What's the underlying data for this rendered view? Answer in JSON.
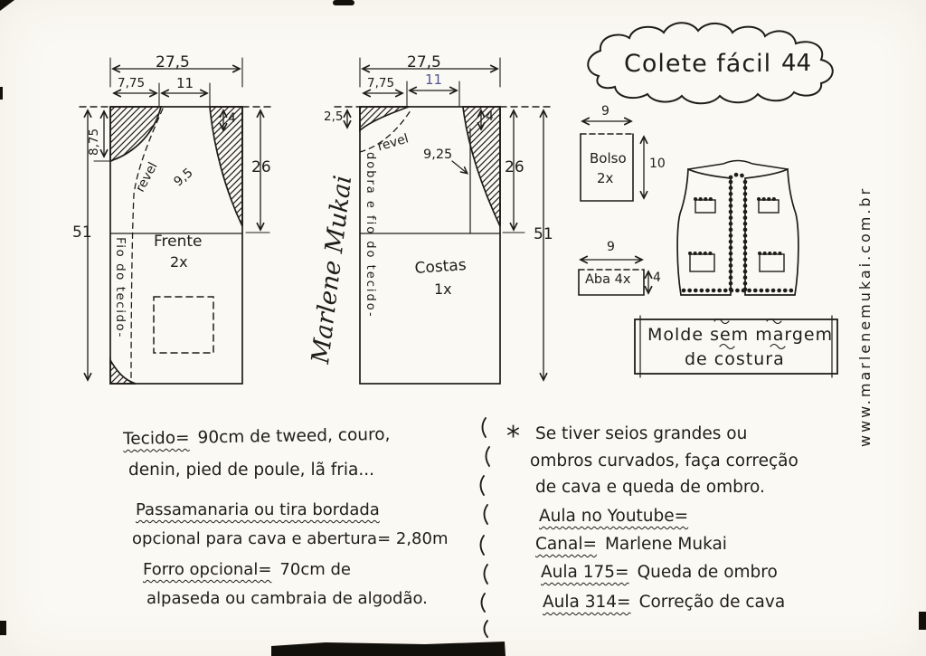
{
  "colors": {
    "ink": "#1f1d1a",
    "blue_ink": "#4f5596",
    "paper": "#fbf9f3"
  },
  "title": {
    "name": "Colete fácil",
    "size": "44"
  },
  "front": {
    "label": "Frente",
    "qty": "2x",
    "grainline": "Fio do tecido-",
    "revel": "revel",
    "dart": "9,5",
    "dims": {
      "width": "27,5",
      "shoulder": "7,75",
      "neck": "11",
      "drop": "4",
      "neck_depth": "8,75",
      "armhole": "26",
      "length": "51"
    }
  },
  "back": {
    "label": "Costas",
    "qty": "1x",
    "grainline": "dobra e fio do tecido-",
    "revel": "revel",
    "armhole_measure": "9,25",
    "dims": {
      "width": "27,5",
      "shoulder": "7,75",
      "neck": "11",
      "drop": "4",
      "neck_depth": "2,5",
      "armhole": "26",
      "length": "51"
    }
  },
  "pocket": {
    "label": "Bolso",
    "qty": "2x",
    "dims": {
      "width": "9",
      "height": "10"
    }
  },
  "flap": {
    "label": "Aba 4x",
    "dims": {
      "width": "9",
      "height": "4"
    }
  },
  "molde_note": {
    "line1": "Molde sem margem",
    "line2": "de costura"
  },
  "signature": "Marlene Mukai",
  "website": "www.marlenemukai.com.br",
  "notes_left": {
    "fabric_label": "Tecido=",
    "fabric_rest": "90cm de tweed, couro,",
    "fabric_line2": "denin, pied de poule, lã fria...",
    "trim_line1": "Passamanaria ou tira bordada",
    "trim_line2": "opcional para cava e abertura= 2,80m",
    "lining_label": "Forro opcional=",
    "lining_rest": "70cm   de",
    "lining_line2": "alpaseda ou cambraia de algodão."
  },
  "notes_right": {
    "asterisk": "*",
    "advice_line1": "Se tiver seios grandes ou",
    "advice_line2": "ombros curvados, faça correção",
    "advice_line3": "de cava e queda de ombro.",
    "youtube_header": "Aula no Youtube=",
    "channel_label": "Canal=",
    "channel_rest": "Marlene Mukai",
    "lesson1_label": "Aula 175=",
    "lesson1_rest": "Queda de ombro",
    "lesson2_label": "Aula 314=",
    "lesson2_rest": "Correção de cava"
  }
}
